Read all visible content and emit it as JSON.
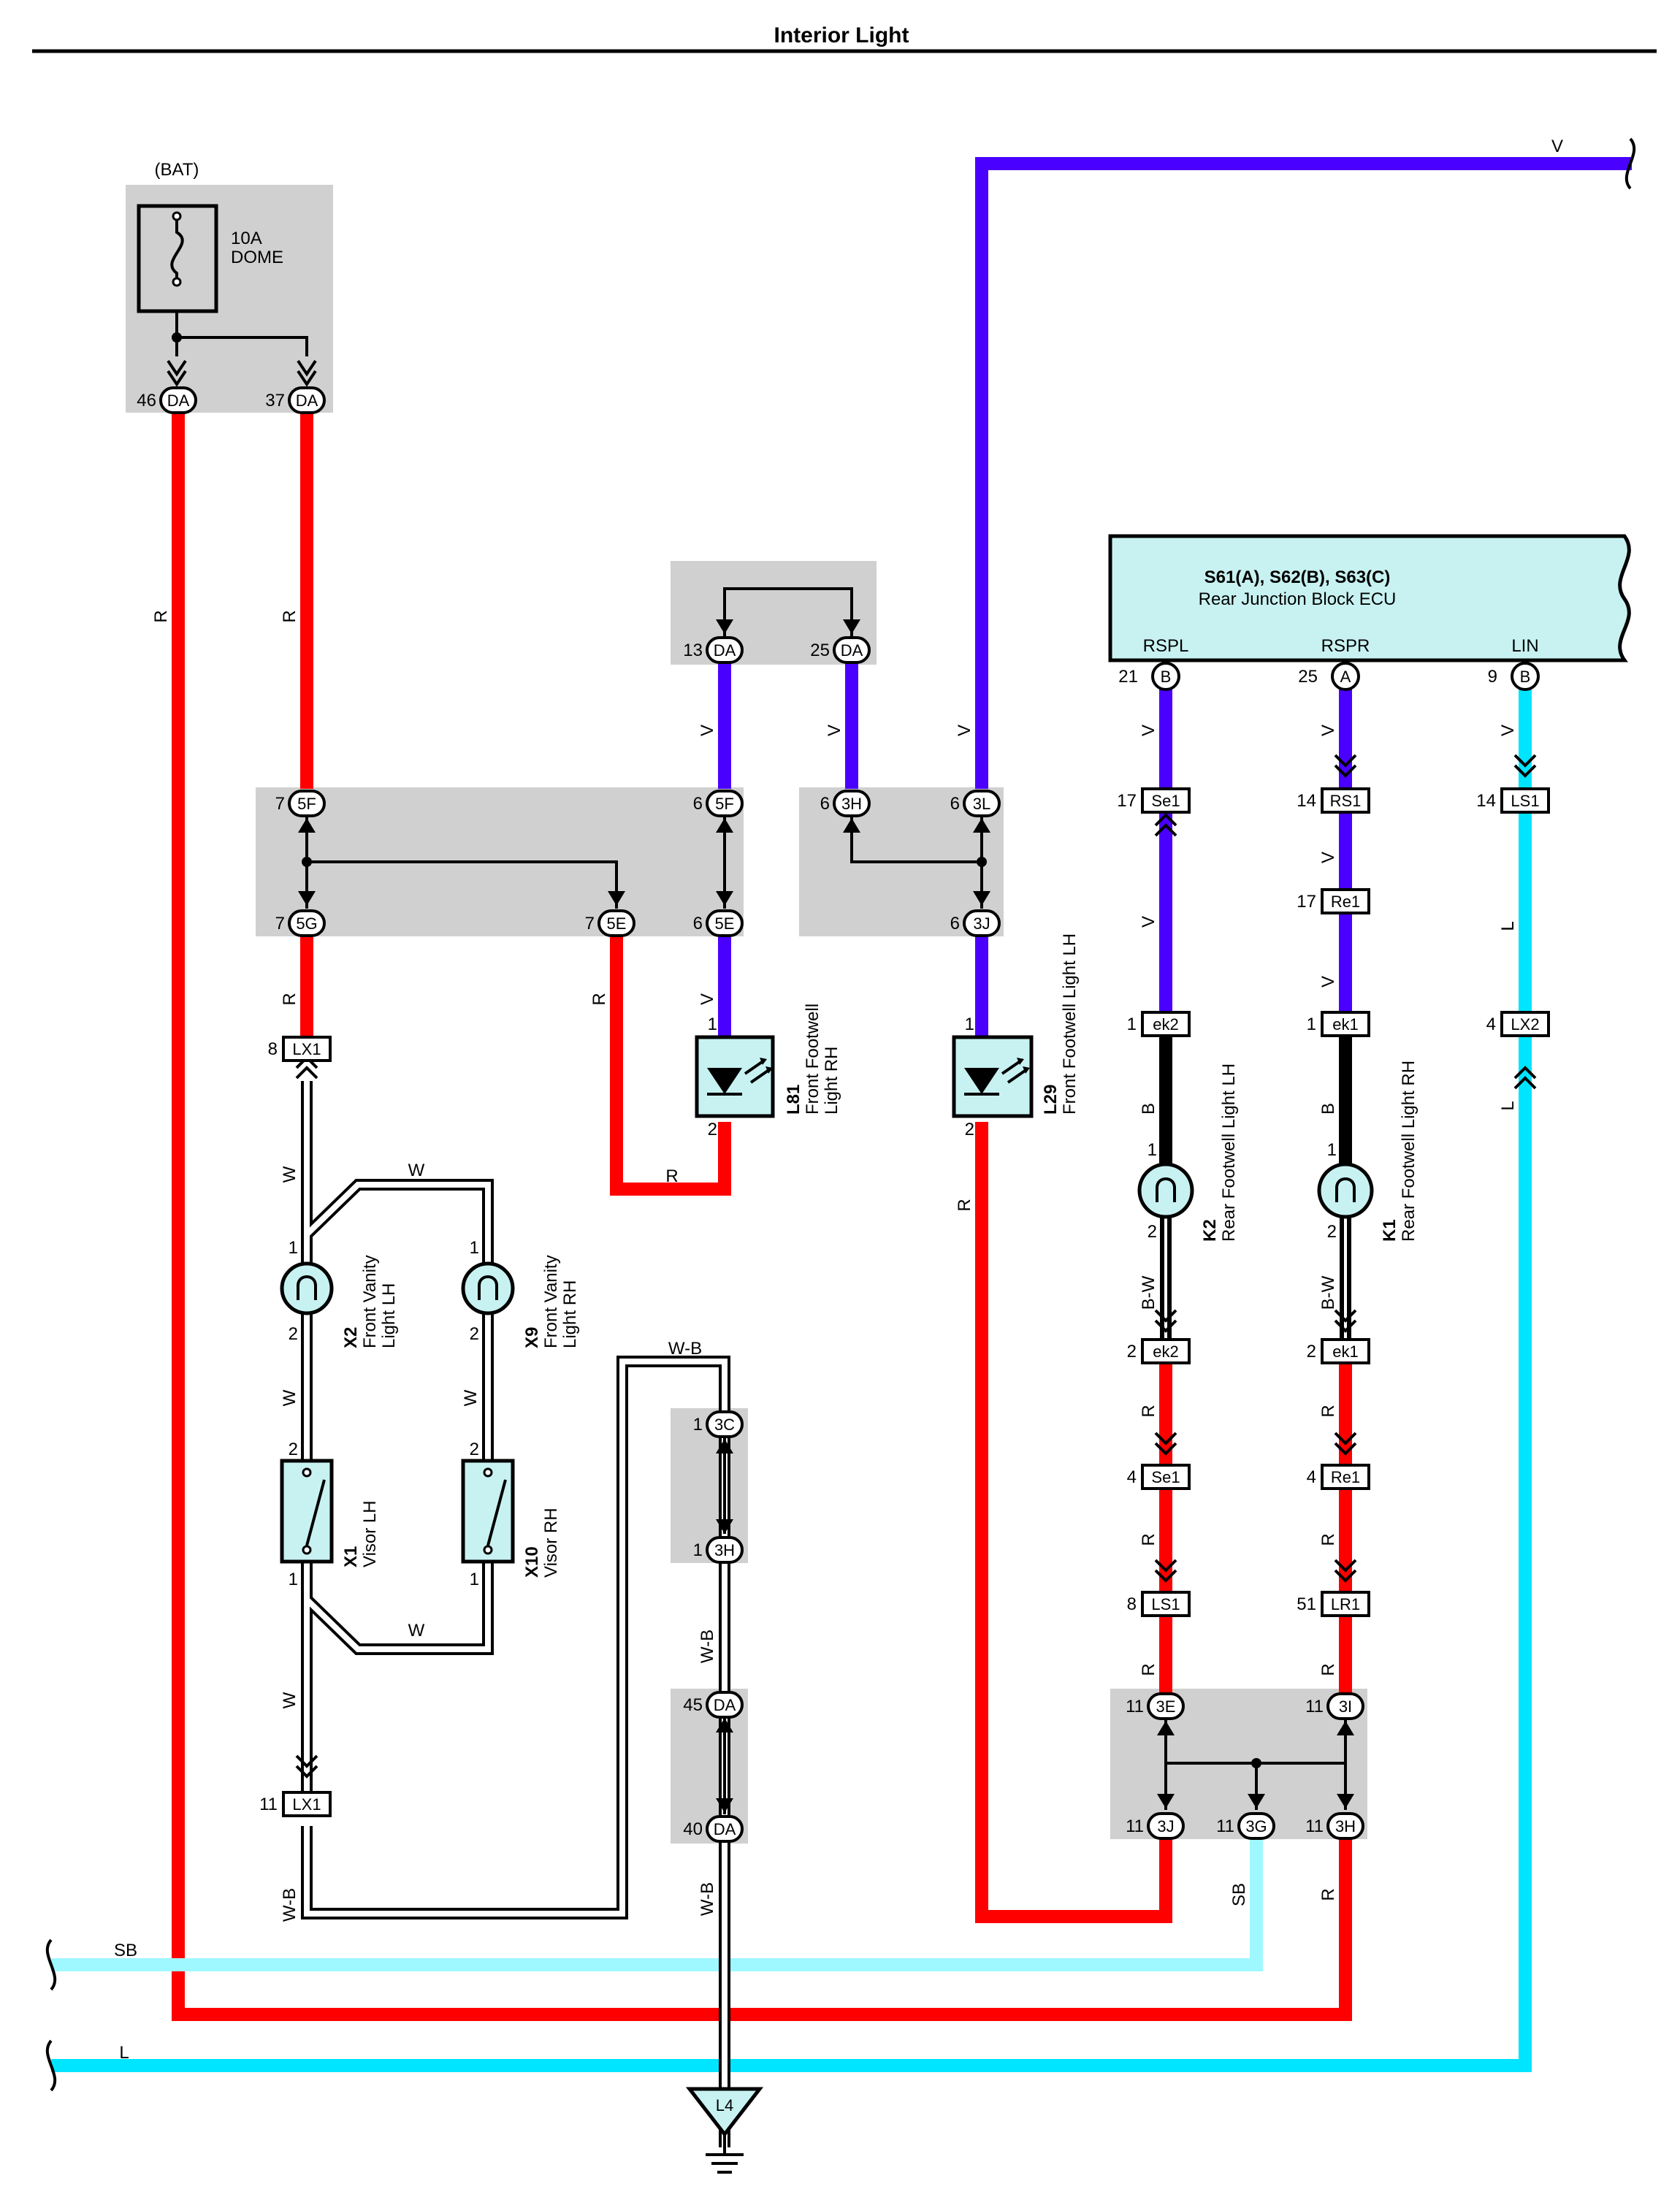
{
  "title": "Interior Light",
  "wire_colors": {
    "R": "#ff0000",
    "V": "#4a00ff",
    "L": "#00e5ff",
    "SB": "#9ff8ff",
    "B": "#000000",
    "W": "#ffffff",
    "W-B": "#ffffff"
  },
  "fuse": {
    "source": "(BAT)",
    "rating": "10A",
    "name": "DOME"
  },
  "ecu": {
    "title": "S61(A), S62(B), S63(C)",
    "name": "Rear Junction Block ECU",
    "pins": [
      {
        "label": "RSPL",
        "num": "21",
        "conn": "B"
      },
      {
        "label": "RSPR",
        "num": "25",
        "conn": "A"
      },
      {
        "label": "LIN",
        "num": "9",
        "conn": "B"
      }
    ]
  },
  "components": {
    "L81": {
      "id": "L81",
      "l1": "Front Footwell",
      "l2": "Light RH"
    },
    "L29": {
      "id": "L29",
      "l1": "Front Footwell Light LH"
    },
    "X2": {
      "id": "X2",
      "l1": "Front Vanity",
      "l2": "Light LH"
    },
    "X9": {
      "id": "X9",
      "l1": "Front Vanity",
      "l2": "Light RH"
    },
    "X1": {
      "id": "X1",
      "l1": "Visor LH"
    },
    "X10": {
      "id": "X10",
      "l1": "Visor RH"
    },
    "K2": {
      "id": "K2",
      "l1": "Rear Footwell Light LH"
    },
    "K1": {
      "id": "K1",
      "l1": "Rear Footwell Light RH"
    },
    "L4": {
      "id": "L4"
    }
  },
  "oval_connectors": [
    {
      "num": "46",
      "code": "DA"
    },
    {
      "num": "37",
      "code": "DA"
    },
    {
      "num": "13",
      "code": "DA"
    },
    {
      "num": "25",
      "code": "DA"
    },
    {
      "num": "7",
      "code": "5F"
    },
    {
      "num": "6",
      "code": "5F"
    },
    {
      "num": "6",
      "code": "3H"
    },
    {
      "num": "6",
      "code": "3L"
    },
    {
      "num": "7",
      "code": "5G"
    },
    {
      "num": "7",
      "code": "5E"
    },
    {
      "num": "6",
      "code": "5E"
    },
    {
      "num": "6",
      "code": "3J"
    },
    {
      "num": "1",
      "code": "3C"
    },
    {
      "num": "1",
      "code": "3H"
    },
    {
      "num": "45",
      "code": "DA"
    },
    {
      "num": "40",
      "code": "DA"
    },
    {
      "num": "11",
      "code": "3E"
    },
    {
      "num": "11",
      "code": "3I"
    },
    {
      "num": "11",
      "code": "3J"
    },
    {
      "num": "11",
      "code": "3G"
    },
    {
      "num": "11",
      "code": "3H"
    }
  ],
  "box_connectors": [
    {
      "num": "8",
      "code": "LX1"
    },
    {
      "num": "11",
      "code": "LX1"
    },
    {
      "num": "17",
      "code": "Se1"
    },
    {
      "num": "14",
      "code": "RS1"
    },
    {
      "num": "14",
      "code": "LS1"
    },
    {
      "num": "17",
      "code": "Re1"
    },
    {
      "num": "1",
      "code": "ek2"
    },
    {
      "num": "1",
      "code": "ek1"
    },
    {
      "num": "4",
      "code": "LX2"
    },
    {
      "num": "2",
      "code": "ek2"
    },
    {
      "num": "2",
      "code": "ek1"
    },
    {
      "num": "4",
      "code": "Se1"
    },
    {
      "num": "4",
      "code": "Re1"
    },
    {
      "num": "8",
      "code": "LS1"
    },
    {
      "num": "51",
      "code": "LR1"
    }
  ],
  "pin_labels": [
    "1",
    "2",
    "1",
    "2",
    "1",
    "2",
    "1",
    "2",
    "2",
    "1",
    "2",
    "1",
    "1",
    "2",
    "1",
    "2"
  ],
  "wire_labels": [
    "R",
    "R",
    "V",
    "V",
    "V",
    "V",
    "V",
    "V",
    "L",
    "V",
    "L",
    "V",
    "L",
    "R",
    "V",
    "V",
    "R",
    "W",
    "W",
    "R",
    "B",
    "B",
    "B-W",
    "B-W",
    "W-B",
    "W",
    "W",
    "R",
    "R",
    "R",
    "R",
    "W",
    "W",
    "R",
    "R",
    "W-B",
    "W-B",
    "W-B",
    "R",
    "SB",
    "R",
    "SB",
    "L"
  ]
}
